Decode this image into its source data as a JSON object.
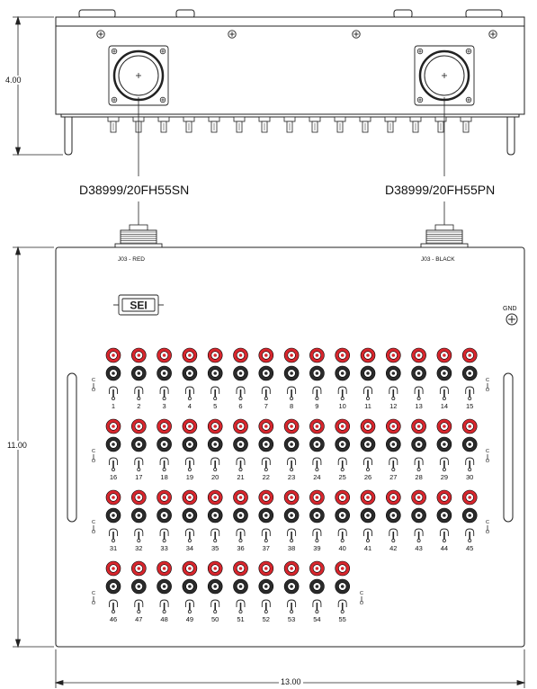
{
  "dimensions": {
    "top_height": "4.00",
    "panel_height": "11.00",
    "panel_width": "13.00"
  },
  "connectors": {
    "left_part": "D38999/20FH55SN",
    "right_part": "D38999/20FH55PN",
    "left_label": "J03 - RED",
    "right_label": "J03 - BLACK"
  },
  "panel": {
    "logo": "SEI",
    "gnd_label": "GND",
    "switch_marks": [
      "C",
      "O"
    ]
  },
  "channels": [
    "1",
    "2",
    "3",
    "4",
    "5",
    "6",
    "7",
    "8",
    "9",
    "10",
    "11",
    "12",
    "13",
    "14",
    "15",
    "16",
    "17",
    "18",
    "19",
    "20",
    "21",
    "22",
    "23",
    "24",
    "25",
    "26",
    "27",
    "28",
    "29",
    "30",
    "31",
    "32",
    "33",
    "34",
    "35",
    "36",
    "37",
    "38",
    "39",
    "40",
    "41",
    "42",
    "43",
    "44",
    "45",
    "46",
    "47",
    "48",
    "49",
    "50",
    "51",
    "52",
    "53",
    "54",
    "55"
  ],
  "colors": {
    "red_jack": "#d8262d",
    "black_jack": "#2b2b2b",
    "line": "#222222"
  },
  "icons": [
    "screw-icon",
    "connector-icon",
    "ground-symbol-icon",
    "toggle-switch-icon",
    "banana-jack-icon"
  ]
}
